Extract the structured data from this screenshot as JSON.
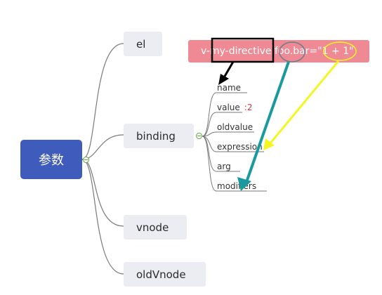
{
  "root": {
    "label": "参数"
  },
  "branches": [
    {
      "label": "el"
    },
    {
      "label": "binding"
    },
    {
      "label": "vnode"
    },
    {
      "label": "oldVnode"
    }
  ],
  "binding_children": [
    {
      "label": "name",
      "value": ""
    },
    {
      "label": "value",
      "value": ":2"
    },
    {
      "label": "oldvalue",
      "value": ""
    },
    {
      "label": "expression",
      "value": ""
    },
    {
      "label": "arg",
      "value": ""
    },
    {
      "label": "modifiers",
      "value": ""
    }
  ],
  "annotation": {
    "code": "v-my-directive.foo.bar=\"1 + 1\"",
    "colors": {
      "banner": "#ef8a95",
      "name_box": "#000000",
      "modifier_arrow": "#1a9a9e",
      "expression_arrow": "#f5f523",
      "name_arrow": "#000000",
      "root": "#3f5cbd",
      "branch": "#ebedf2"
    }
  }
}
